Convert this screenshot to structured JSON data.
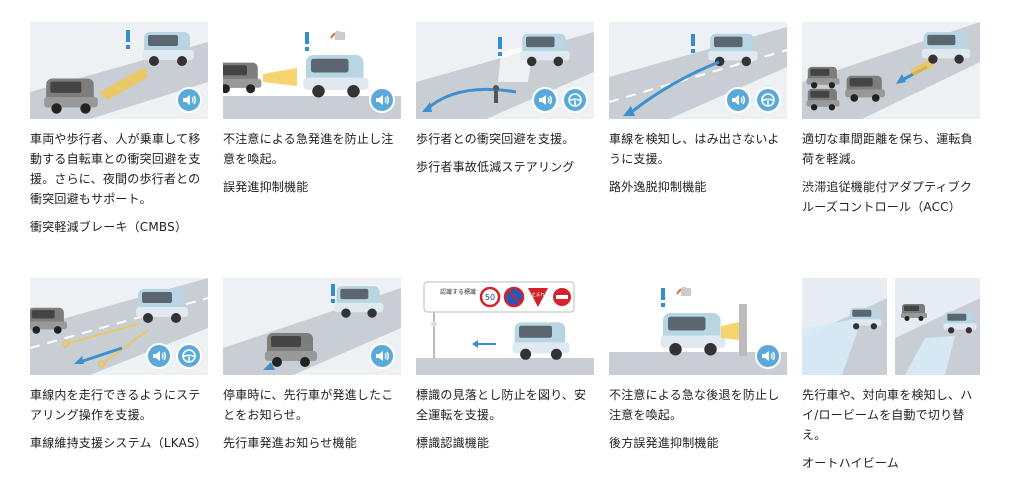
{
  "colors": {
    "accent": "#5aa9d8",
    "car_body": "#b7d5e3",
    "car_gray": "#7d7d7d",
    "road": "#c8ced4",
    "alert": "#2f8fd0",
    "beam": "#f5c542",
    "arrow": "#3d8fd1"
  },
  "icons": {
    "sound": "speaker-icon",
    "steering": "steering-wheel-icon"
  },
  "features": [
    {
      "desc": "車両や歩行者、人が乗車して移動する自転車との衝突回避を支援。さらに、夜間の歩行者との衝突回避もサポート。",
      "name": "衝突軽減ブレーキ（CMBS）"
    },
    {
      "desc": "不注意による急発進を防止し注意を喚起。",
      "name": "誤発進抑制機能"
    },
    {
      "desc": "歩行者との衝突回避を支援。",
      "name": "歩行者事故低減ステアリング"
    },
    {
      "desc": "車線を検知し、はみ出さないように支援。",
      "name": "路外逸脱抑制機能"
    },
    {
      "desc": "適切な車間距離を保ち、運転負荷を軽減。",
      "name": "渋滞追従機能付アダプティブクルーズコントロール（ACC）"
    },
    {
      "desc": "車線内を走行できるようにステアリング操作を支援。",
      "name": "車線維持支援システム（LKAS）"
    },
    {
      "desc": "停車時に、先行車が発進したことをお知らせ。",
      "name": "先行車発進お知らせ機能"
    },
    {
      "desc": "標識の見落とし防止を図り、安全運転を支援。",
      "name": "標識認識機能",
      "sign_caption": "認識する標識",
      "speed_sign": "50",
      "stop_sign": "止まれ"
    },
    {
      "desc": "不注意による急な後退を防止し注意を喚起。",
      "name": "後方誤発進抑制機能"
    },
    {
      "desc": "先行車や、対向車を検知し、ハイ/ロービームを自動で切り替え。",
      "name": "オートハイビーム"
    }
  ]
}
